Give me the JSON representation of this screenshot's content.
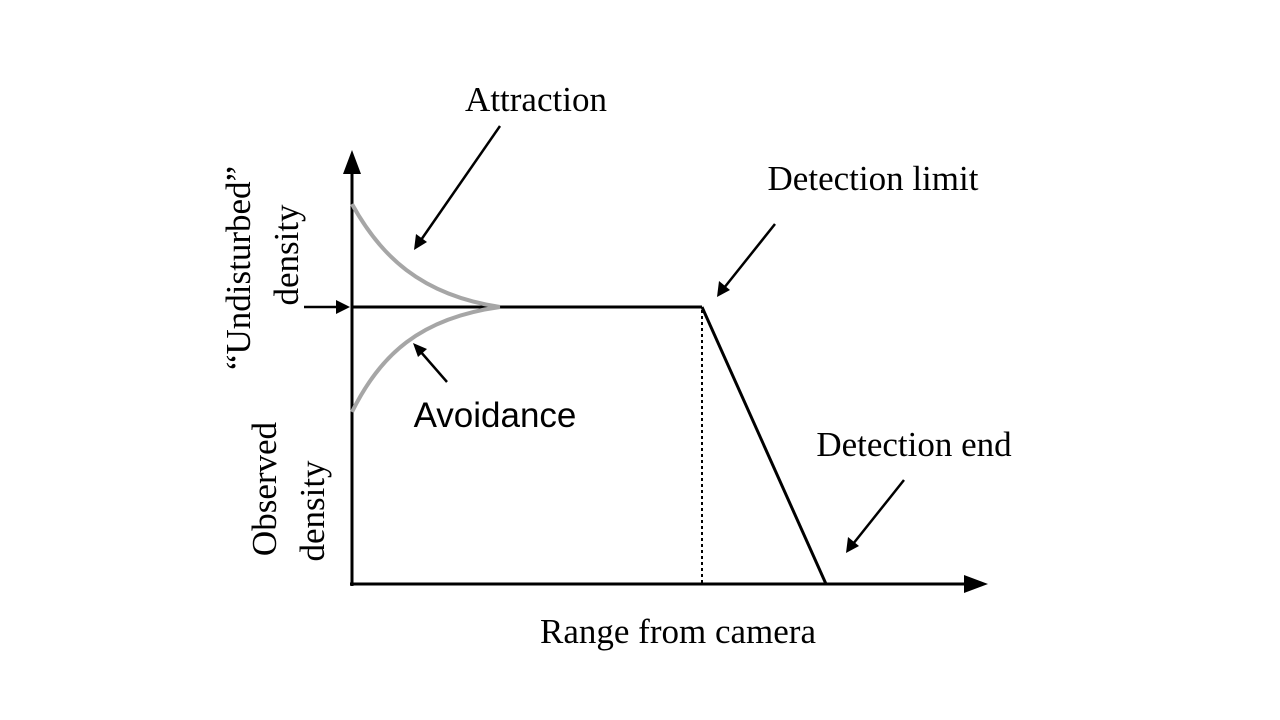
{
  "labels": {
    "attraction": "Attraction",
    "avoidance": "Avoidance",
    "detection_limit": "Detection limit",
    "detection_end": "Detection end",
    "x_axis": "Range from camera",
    "y_upper_line1": "“Undisturbed”",
    "y_upper_line2": "density",
    "y_lower_line1": "Observed",
    "y_lower_line2": "density"
  },
  "colors": {
    "axis": "#000000",
    "baseline": "#000000",
    "attraction_curve": "#a6a6a6",
    "avoidance_curve": "#a6a6a6",
    "text": "#000000"
  },
  "curves": {
    "baseline": "constant density from origin to detection limit, then linear decline to zero at detection end",
    "attraction": "decays from above baseline down to baseline near camera",
    "avoidance": "rises from below baseline up to baseline near camera"
  }
}
